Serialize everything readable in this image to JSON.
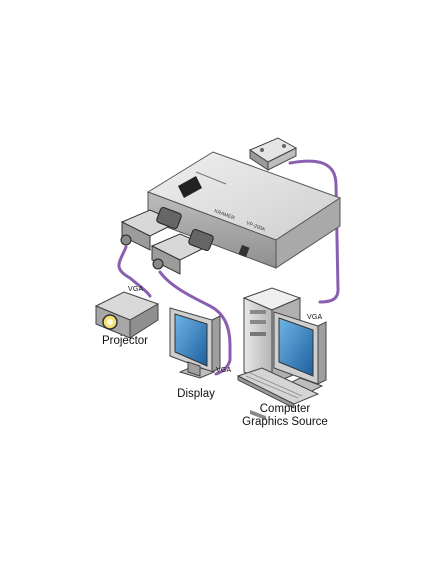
{
  "labels": {
    "projector": "Projector",
    "display": "Display",
    "source_line1": "Computer",
    "source_line2": "Graphics Source",
    "vga_projector": "VGA",
    "vga_display": "VGA",
    "vga_source": "VGA"
  },
  "device": {
    "brand_text": "KRAMER",
    "model_text": "VP-200K"
  },
  "colors": {
    "cable": "#8a5fb0",
    "device_body": "#c9c9c9",
    "device_top": "#e6e6e6"
  }
}
